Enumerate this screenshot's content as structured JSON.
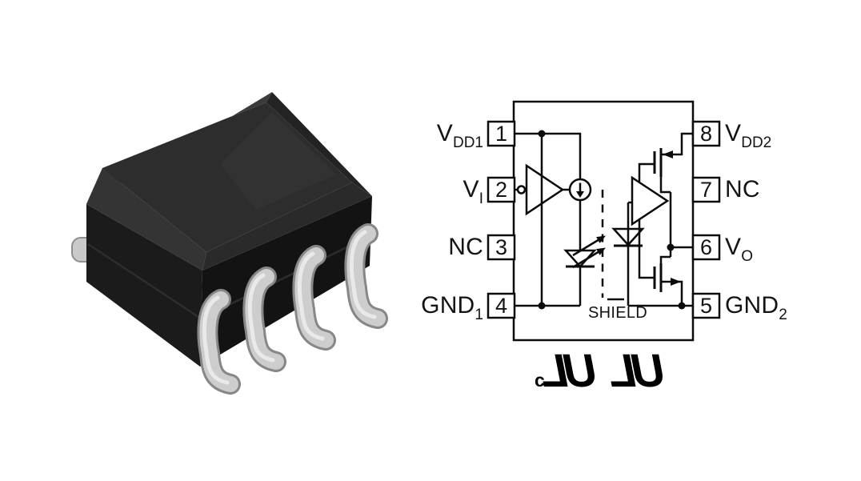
{
  "photo": {
    "description": "Black SOIC-8 surface-mount optocoupler package with silver gull-wing leads",
    "body_color": "#262626",
    "lead_color": "#cccccc"
  },
  "schematic": {
    "line_color": "#0b0b0b",
    "shield_label": "SHIELD",
    "pins_left": [
      {
        "number": "1",
        "name": "V",
        "sub": "DD1"
      },
      {
        "number": "2",
        "name": "V",
        "sub": "I"
      },
      {
        "number": "3",
        "name": "NC",
        "sub": ""
      },
      {
        "number": "4",
        "name": "GND",
        "sub": "1"
      }
    ],
    "pins_right": [
      {
        "number": "8",
        "name": "V",
        "sub": "DD2"
      },
      {
        "number": "7",
        "name": "NC",
        "sub": ""
      },
      {
        "number": "6",
        "name": "V",
        "sub": "O"
      },
      {
        "number": "5",
        "name": "GND",
        "sub": "2"
      }
    ]
  },
  "certifications": {
    "left_mark_prefix": "c",
    "left_mark_letters": "UL",
    "right_mark_letters": "UL"
  }
}
